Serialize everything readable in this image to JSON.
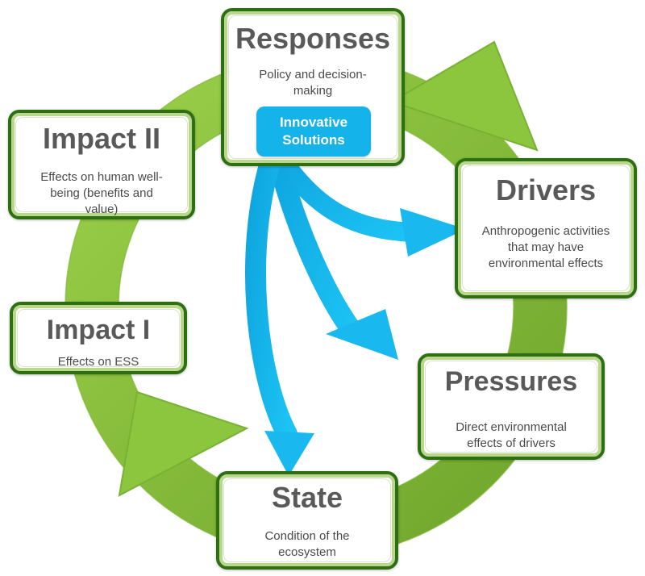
{
  "colors": {
    "green_ring": "#8cc63f",
    "green_dark": "#2e6f12",
    "blue_arrow": "#19b8ee",
    "text_gray": "#595959"
  },
  "nodes": {
    "responses": {
      "title": "Responses",
      "description": "Policy and decision-making",
      "highlight": "Innovative Solutions"
    },
    "drivers": {
      "title": "Drivers",
      "description": "Anthropogenic activities that may have environmental effects"
    },
    "pressures": {
      "title": "Pressures",
      "description": "Direct environmental effects of drivers"
    },
    "state": {
      "title": "State",
      "description": "Condition of the ecosystem"
    },
    "impact_1": {
      "title": "Impact I",
      "description": "Effects on ESS"
    },
    "impact_2": {
      "title": "Impact II",
      "description": "Effects on human well-being (benefits and value)"
    }
  }
}
